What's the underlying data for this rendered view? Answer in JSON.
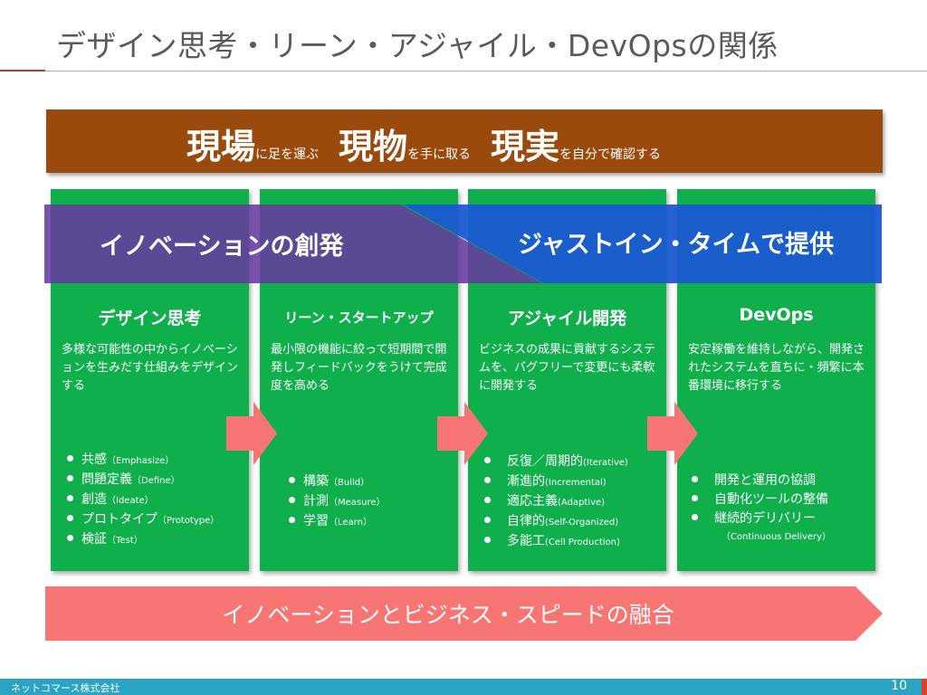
{
  "title": "デザイン思考・リーン・アジャイル・DevOpsの関係",
  "banner": {
    "part1_big": "現場",
    "part1_small": "に足を運ぶ",
    "part2_big": "現物",
    "part2_small": "を手に取る",
    "part3_big": "現実",
    "part3_small": "を自分で確認する"
  },
  "overlays": {
    "left": "イノベーションの創発",
    "right": "ジャストイン・タイムで提供"
  },
  "columns": [
    {
      "title": "デザイン思考",
      "desc": "多様な可能性の中からイノベーションを生みだす仕組みをデザインする",
      "items": [
        {
          "jp": "共感",
          "en": "（Emphasize）"
        },
        {
          "jp": "問題定義",
          "en": "（Define）"
        },
        {
          "jp": "創造",
          "en": "（Ideate）"
        },
        {
          "jp": "プロトタイプ",
          "en": "（Prototype）"
        },
        {
          "jp": "検証",
          "en": "（Test）"
        }
      ]
    },
    {
      "title": "リーン・スタートアップ",
      "desc": "最小限の機能に絞って短期間で開発しフィードバックをうけて完成度を高める",
      "items": [
        {
          "jp": "構築",
          "en": "（Build）"
        },
        {
          "jp": "計測",
          "en": "（Measure）"
        },
        {
          "jp": "学習",
          "en": "（Learn）"
        }
      ]
    },
    {
      "title": "アジャイル開発",
      "desc": "ビジネスの成果に貢献するシステムを、バグフリーで変更にも柔軟に開発する",
      "items": [
        {
          "jp": "反復／周期的",
          "en": "(Iterative)"
        },
        {
          "jp": "漸進的",
          "en": "(Incremental)"
        },
        {
          "jp": "適応主義",
          "en": "(Adaptive)"
        },
        {
          "jp": "自律的",
          "en": "(Self-Organized)"
        },
        {
          "jp": "多能工",
          "en": "(Cell Production)"
        }
      ]
    },
    {
      "title": "DevOps",
      "desc": "安定稼働を維持しながら、開発されたシステムを直ちに・頻繁に本番環境に移行する",
      "items": [
        {
          "jp": "開発と運用の協調",
          "en": ""
        },
        {
          "jp": "自動化ツールの整備",
          "en": ""
        },
        {
          "jp": "継続的デリバリー",
          "en": ""
        }
      ],
      "note": "（Continuous Delivery）"
    }
  ],
  "bottom_banner": "イノベーションとビジネス・スピードの融合",
  "footer": {
    "company": "ネットコマース株式会社",
    "page": "10"
  },
  "colors": {
    "banner": "#9a4a0c",
    "column": "#0fb04c",
    "overlay_left": "#673aa0",
    "overlay_right": "#1a5ad2",
    "arrow": "#f77674",
    "footer": "#2ba4c4"
  }
}
